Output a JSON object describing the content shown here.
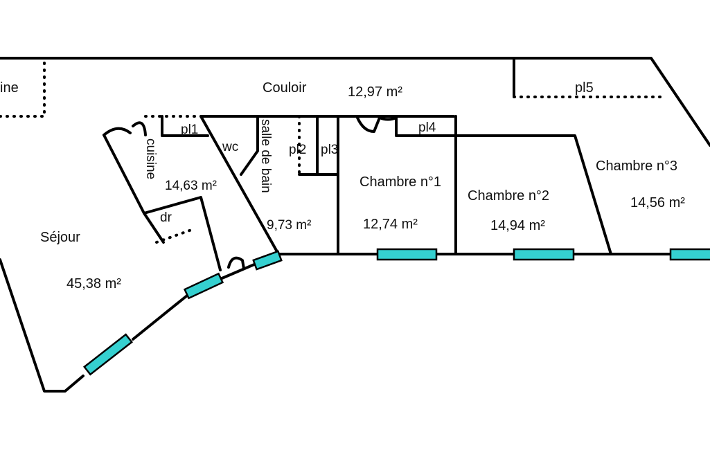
{
  "rooms": {
    "cuisine_edge": "ine",
    "couloir": {
      "name": "Couloir",
      "area": "12,97  m²"
    },
    "pl5": "pl5",
    "pl1": "pl1",
    "wc": "wc",
    "salle_de_bain": {
      "name": "salle de bain",
      "area": "9,73  m²"
    },
    "pl2": "pl2",
    "pl3": "pl3",
    "pl4": "pl4",
    "cuisine": {
      "name": "cuisine",
      "area": "14,63  m²"
    },
    "dr": "dr",
    "sejour": {
      "name": "Séjour",
      "area": "45,38  m²"
    },
    "chambre1": {
      "name": "Chambre n°1",
      "area": "12,74  m²"
    },
    "chambre2": {
      "name": "Chambre n°2",
      "area": "14,94  m²"
    },
    "chambre3": {
      "name": "Chambre n°3",
      "area": "14,56  m²"
    }
  },
  "colors": {
    "wall": "#000000",
    "window": "#35d0d0",
    "background": "#ffffff"
  }
}
